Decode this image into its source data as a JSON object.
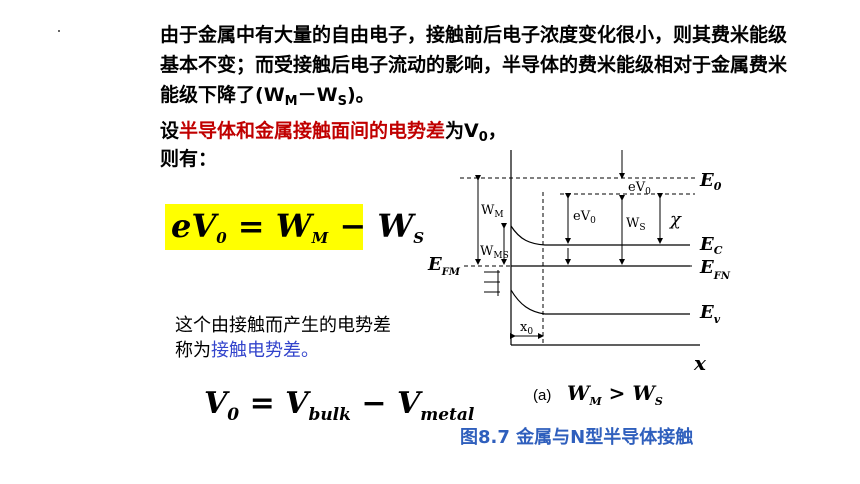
{
  "paragraph": "由于金属中有大量的自由电子，接触前后电子浓度变化很小，则其费米能级基本不变；而受接触后电子流动的影响，半导体的费米能级相对于金属费米能级下降了(",
  "paragraph_wm": "W",
  "paragraph_wm_sub": "M",
  "paragraph_minus": "－",
  "paragraph_ws": "W",
  "paragraph_ws_sub": "S",
  "paragraph_end": ")。",
  "potential_prefix": "设",
  "potential_red": "半导体和金属接触面间的电势差",
  "potential_suffix": "为V",
  "potential_sub": "0",
  "potential_comma": "，",
  "then_text": "则有：",
  "formula1": {
    "lhs": "eV",
    "lhs_sub": "0",
    "eq": " = W",
    "w1_sub": "M",
    "minus": " − W",
    "w2_sub": "S"
  },
  "contact_line1": "这个由接触而产生的电势差",
  "contact_line2_prefix": "称为",
  "contact_line2_blue": "接触电势差。",
  "formula2": {
    "v": "V",
    "v_sub": "0",
    "eq": " = V",
    "bulk": "bulk",
    "minus": " − V",
    "metal": "metal"
  },
  "diagram": {
    "E0": "E",
    "E0_sub": "0",
    "EC": "E",
    "EC_sub": "C",
    "EFN": "E",
    "EFN_sub": "FN",
    "Ev": "E",
    "Ev_sub": "v",
    "EFM": "E",
    "EFM_sub": "FM",
    "WM": "W",
    "WM_sub": "M",
    "WMS": "W",
    "WMS_sub": "MS",
    "WS": "W",
    "WS_sub": "S",
    "eV0_top": "eV",
    "eV0_top_sub": "0",
    "eV0_mid": "eV",
    "eV0_mid_sub": "0",
    "chi": "χ",
    "x0": "x",
    "x0_sub": "0",
    "x_axis": "x",
    "panel_label": "(a)",
    "cond_w1": "W",
    "cond_w1_sub": "M",
    "cond_gt": " > ",
    "cond_w2": "W",
    "cond_w2_sub": "S"
  },
  "caption": "图8.7  金属与N型半导体接触"
}
